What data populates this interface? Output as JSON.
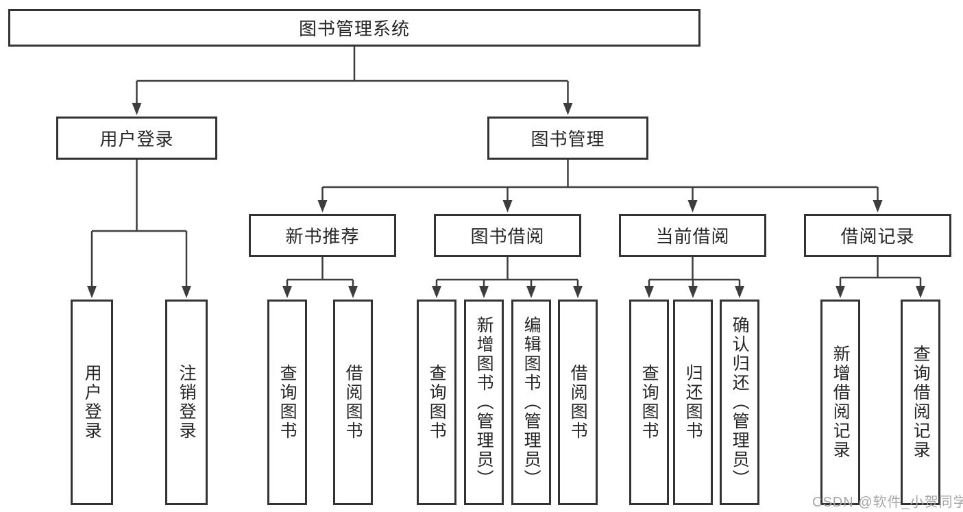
{
  "diagram": {
    "type": "hierarchy",
    "nodes": {
      "root": "图书管理系统",
      "user_login": "用户登录",
      "book_mgmt": "图书管理",
      "new_books": "新书推荐",
      "book_borrow": "图书借阅",
      "current_borrow": "当前借阅",
      "borrow_records": "借阅记录",
      "ul_login": "用户登录",
      "ul_logout": "注销登录",
      "nb_query": "查询图书",
      "nb_borrow": "借阅图书",
      "bb_query": "查询图书",
      "bb_add": "新增图书（管理员）",
      "bb_edit": "编辑图书（管理员）",
      "bb_borrow": "借阅图书",
      "cb_query": "查询图书",
      "cb_return": "归还图书",
      "cb_confirm": "确认归还（管理员）",
      "br_add": "新增借阅记录",
      "br_query": "查询借阅记录"
    },
    "edges": [
      [
        "root",
        "user_login"
      ],
      [
        "root",
        "book_mgmt"
      ],
      [
        "user_login",
        "ul_login"
      ],
      [
        "user_login",
        "ul_logout"
      ],
      [
        "book_mgmt",
        "new_books"
      ],
      [
        "book_mgmt",
        "book_borrow"
      ],
      [
        "book_mgmt",
        "current_borrow"
      ],
      [
        "book_mgmt",
        "borrow_records"
      ],
      [
        "new_books",
        "nb_query"
      ],
      [
        "new_books",
        "nb_borrow"
      ],
      [
        "book_borrow",
        "bb_query"
      ],
      [
        "book_borrow",
        "bb_add"
      ],
      [
        "book_borrow",
        "bb_edit"
      ],
      [
        "book_borrow",
        "bb_borrow"
      ],
      [
        "current_borrow",
        "cb_query"
      ],
      [
        "current_borrow",
        "cb_return"
      ],
      [
        "current_borrow",
        "cb_confirm"
      ],
      [
        "borrow_records",
        "br_add"
      ],
      [
        "borrow_records",
        "br_query"
      ]
    ]
  },
  "watermark": {
    "text": "CSDN @软件_小贺同学"
  },
  "colors": {
    "line": "#3d3d3d",
    "box_border": "#333333",
    "text": "#262626",
    "watermark": "#a6a6a6",
    "background": "#ffffff"
  }
}
